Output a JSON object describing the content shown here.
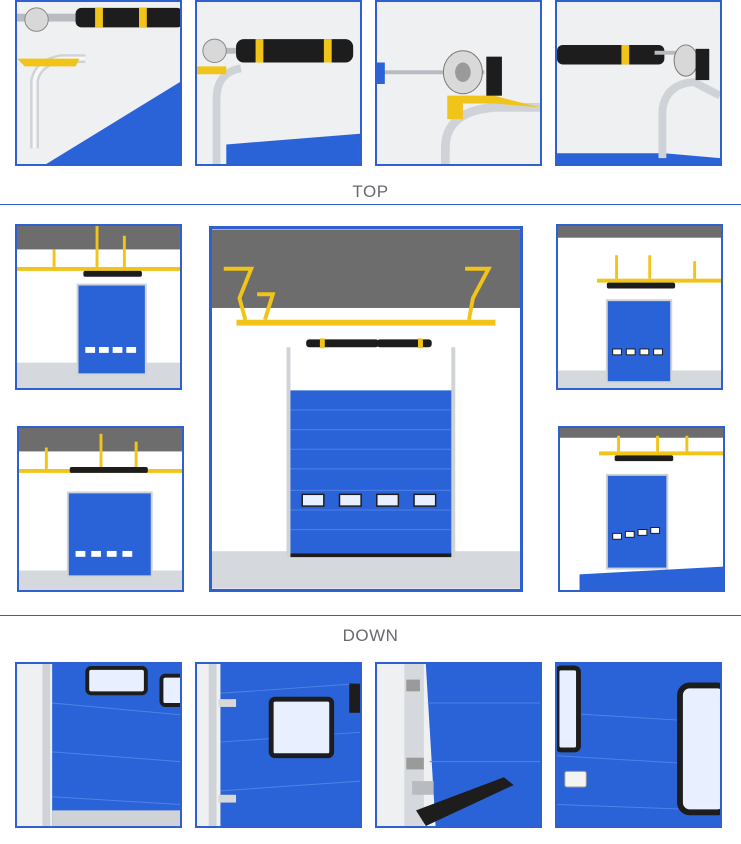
{
  "sections": {
    "top_label": "TOP",
    "down_label": "DOWN"
  },
  "colors": {
    "frame_border": "#2f5fd0",
    "door_blue": "#2a63d8",
    "rail_yellow": "#f0c419",
    "ceiling_gray": "#6d6d6d",
    "heading_gray": "#666a70"
  },
  "images": {
    "top_row": [
      {
        "name": "top-detail-spring-bracket-left",
        "icon": "torsion-spring-icon"
      },
      {
        "name": "top-detail-spring-drum",
        "icon": "torsion-spring-icon"
      },
      {
        "name": "top-detail-cable-drum",
        "icon": "cable-drum-icon"
      },
      {
        "name": "top-detail-spring-bracket-right",
        "icon": "torsion-spring-icon"
      }
    ],
    "middle": [
      {
        "name": "door-view-left-upper",
        "icon": "sectional-door-icon"
      },
      {
        "name": "door-view-left-lower",
        "icon": "sectional-door-icon"
      },
      {
        "name": "door-view-center",
        "icon": "sectional-door-icon"
      },
      {
        "name": "door-view-right-upper",
        "icon": "sectional-door-icon"
      },
      {
        "name": "door-view-right-lower",
        "icon": "sectional-door-icon"
      }
    ],
    "bottom_row": [
      {
        "name": "down-detail-window-track",
        "icon": "door-window-icon"
      },
      {
        "name": "down-detail-hinge-window",
        "icon": "door-hinge-icon"
      },
      {
        "name": "down-detail-bottom-roller",
        "icon": "roller-icon"
      },
      {
        "name": "down-detail-window-lock",
        "icon": "door-lock-icon"
      }
    ]
  }
}
